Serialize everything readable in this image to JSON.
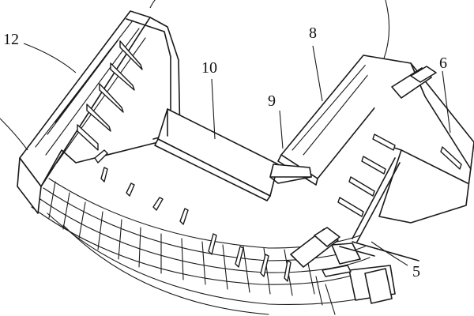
{
  "labels": {
    "l12": "12",
    "l10": "10",
    "l8": "8",
    "l9": "9",
    "l6": "6",
    "l5": "5"
  }
}
